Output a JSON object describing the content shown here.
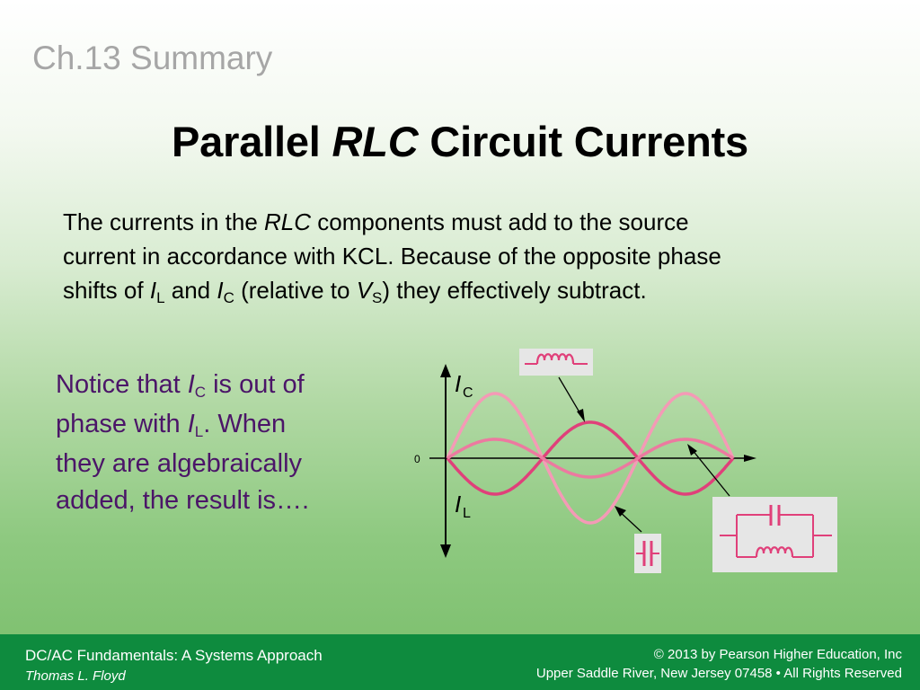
{
  "header": {
    "chapter": "Ch.13 Summary",
    "title_pre": "Parallel ",
    "title_em": "RLC",
    "title_post": " Circuit Currents"
  },
  "paragraph": {
    "l1a": "The currents in the ",
    "l1b": "RLC",
    "l1c": " components must add to the source",
    "l2": "current in accordance with KCL. Because of the opposite phase",
    "l3a": "shifts of ",
    "l3b": "I",
    "l3c": "L",
    "l3d": " and ",
    "l3e": "I",
    "l3f": "C",
    "l3g": " (relative to ",
    "l3h": "V",
    "l3i": "S",
    "l3j": ") they effectively subtract."
  },
  "notice": {
    "a1": "Notice that ",
    "a2": "I",
    "a3": "C",
    "a4": " is out of",
    "b1": "phase with ",
    "b2": "I",
    "b3": "L",
    "b4": ". When",
    "c": "they are algebraically",
    "d": "added, the result is…."
  },
  "diagram": {
    "ic_symbol": "I",
    "ic_sub": "C",
    "il_symbol": "I",
    "il_sub": "L",
    "zero_label": "0",
    "colors": {
      "ic_wave": "#f49ab6",
      "il_wave": "#e0407a",
      "sum_wave": "#ec7aa0",
      "component": "#e0407a",
      "box": "#e6e6e6"
    }
  },
  "footer": {
    "book": "DC/AC Fundamentals:  A Systems Approach",
    "author": "Thomas L. Floyd",
    "copyright": "© 2013 by Pearson Higher Education, Inc",
    "address": "Upper Saddle River, New Jersey 07458 • All Rights Reserved"
  }
}
